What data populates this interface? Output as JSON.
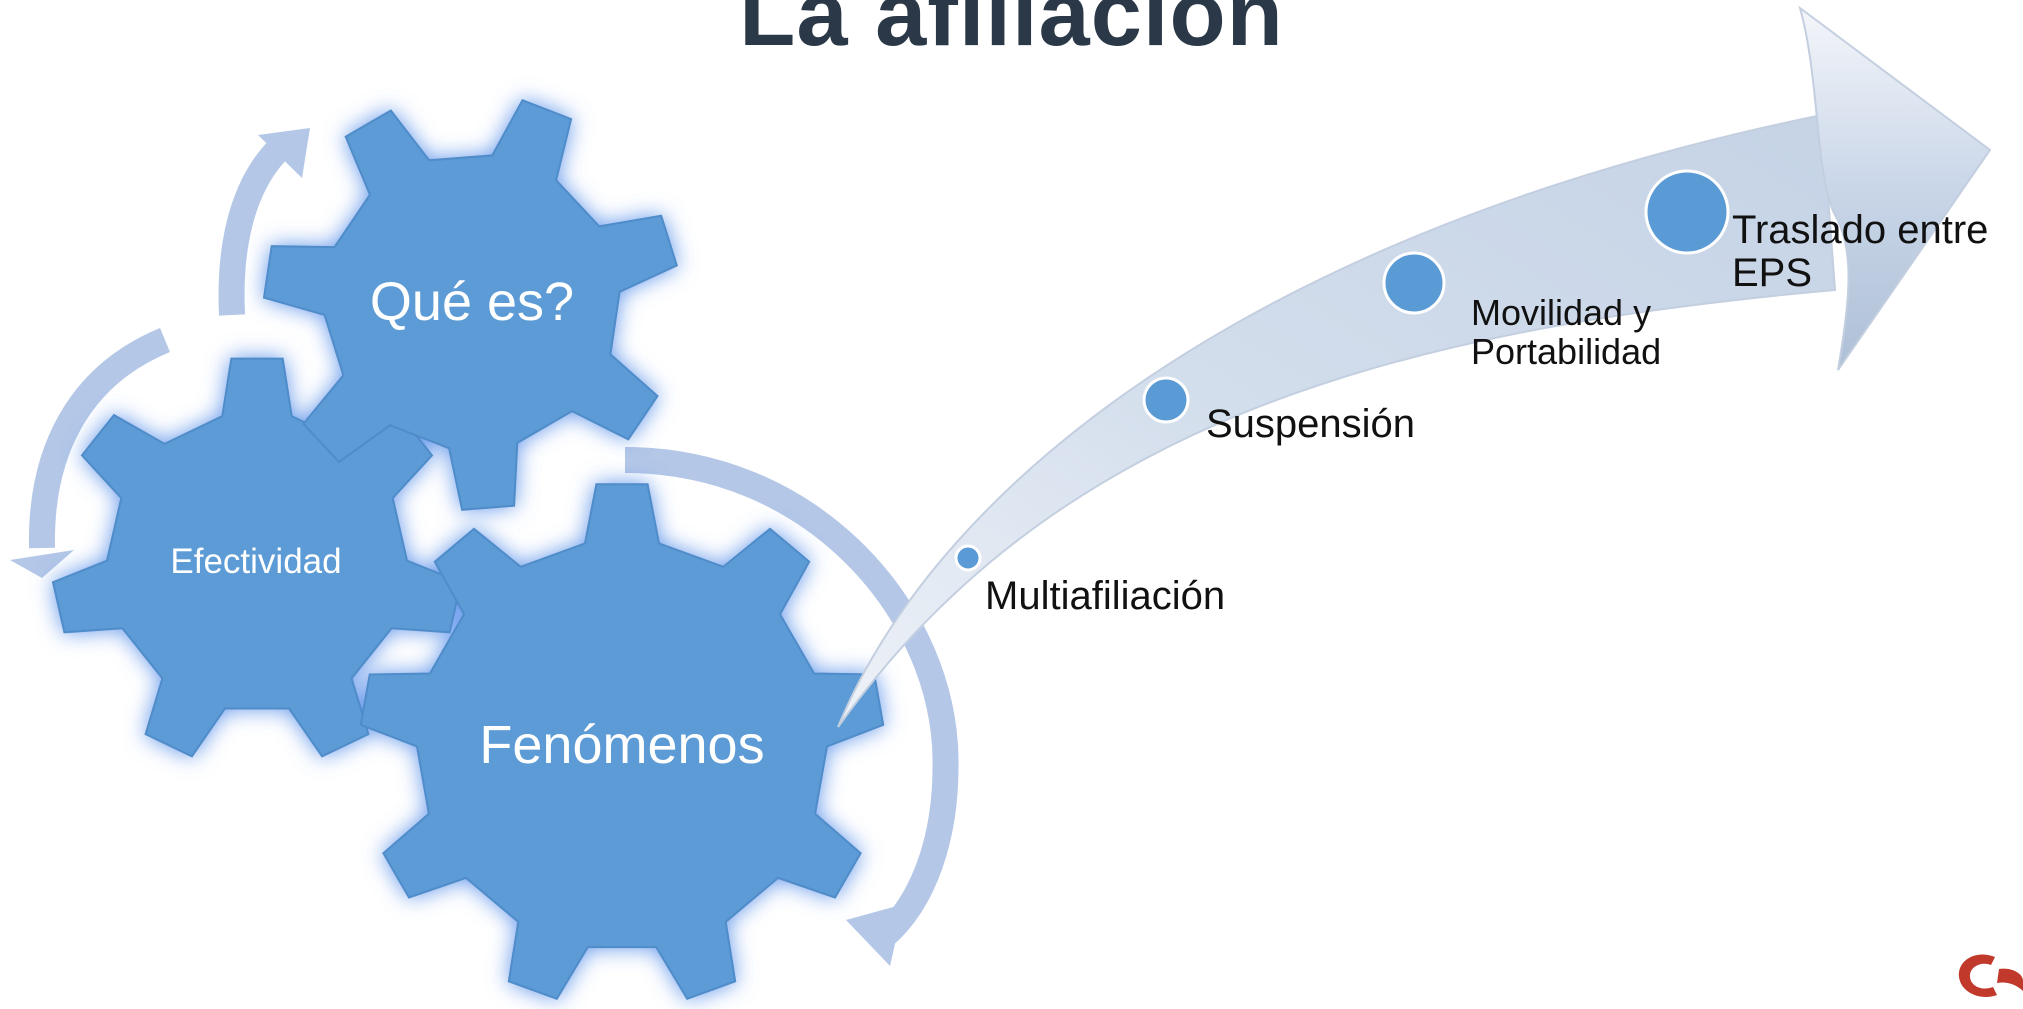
{
  "slide": {
    "title": "La afiliación"
  },
  "gears": {
    "que_es": "Qué es?",
    "efectividad": "Efectividad",
    "fenomenos": "Fenómenos"
  },
  "steps": [
    {
      "label_line1": "Multiafiliación",
      "label_line2": ""
    },
    {
      "label_line1": "Suspensión",
      "label_line2": ""
    },
    {
      "label_line1": "Movilidad y",
      "label_line2": "Portabilidad"
    },
    {
      "label_line1": "Traslado entre",
      "label_line2": "EPS"
    }
  ],
  "colors": {
    "gear_fill": "#5b9bd5",
    "gear_glow": "#4a86e8",
    "cycle_arrow": "#b4c7e7",
    "timeline_arrow": "#d6e0ee",
    "logo": "#c0392b"
  },
  "icons": {
    "logo": "brand-logo-partial"
  }
}
